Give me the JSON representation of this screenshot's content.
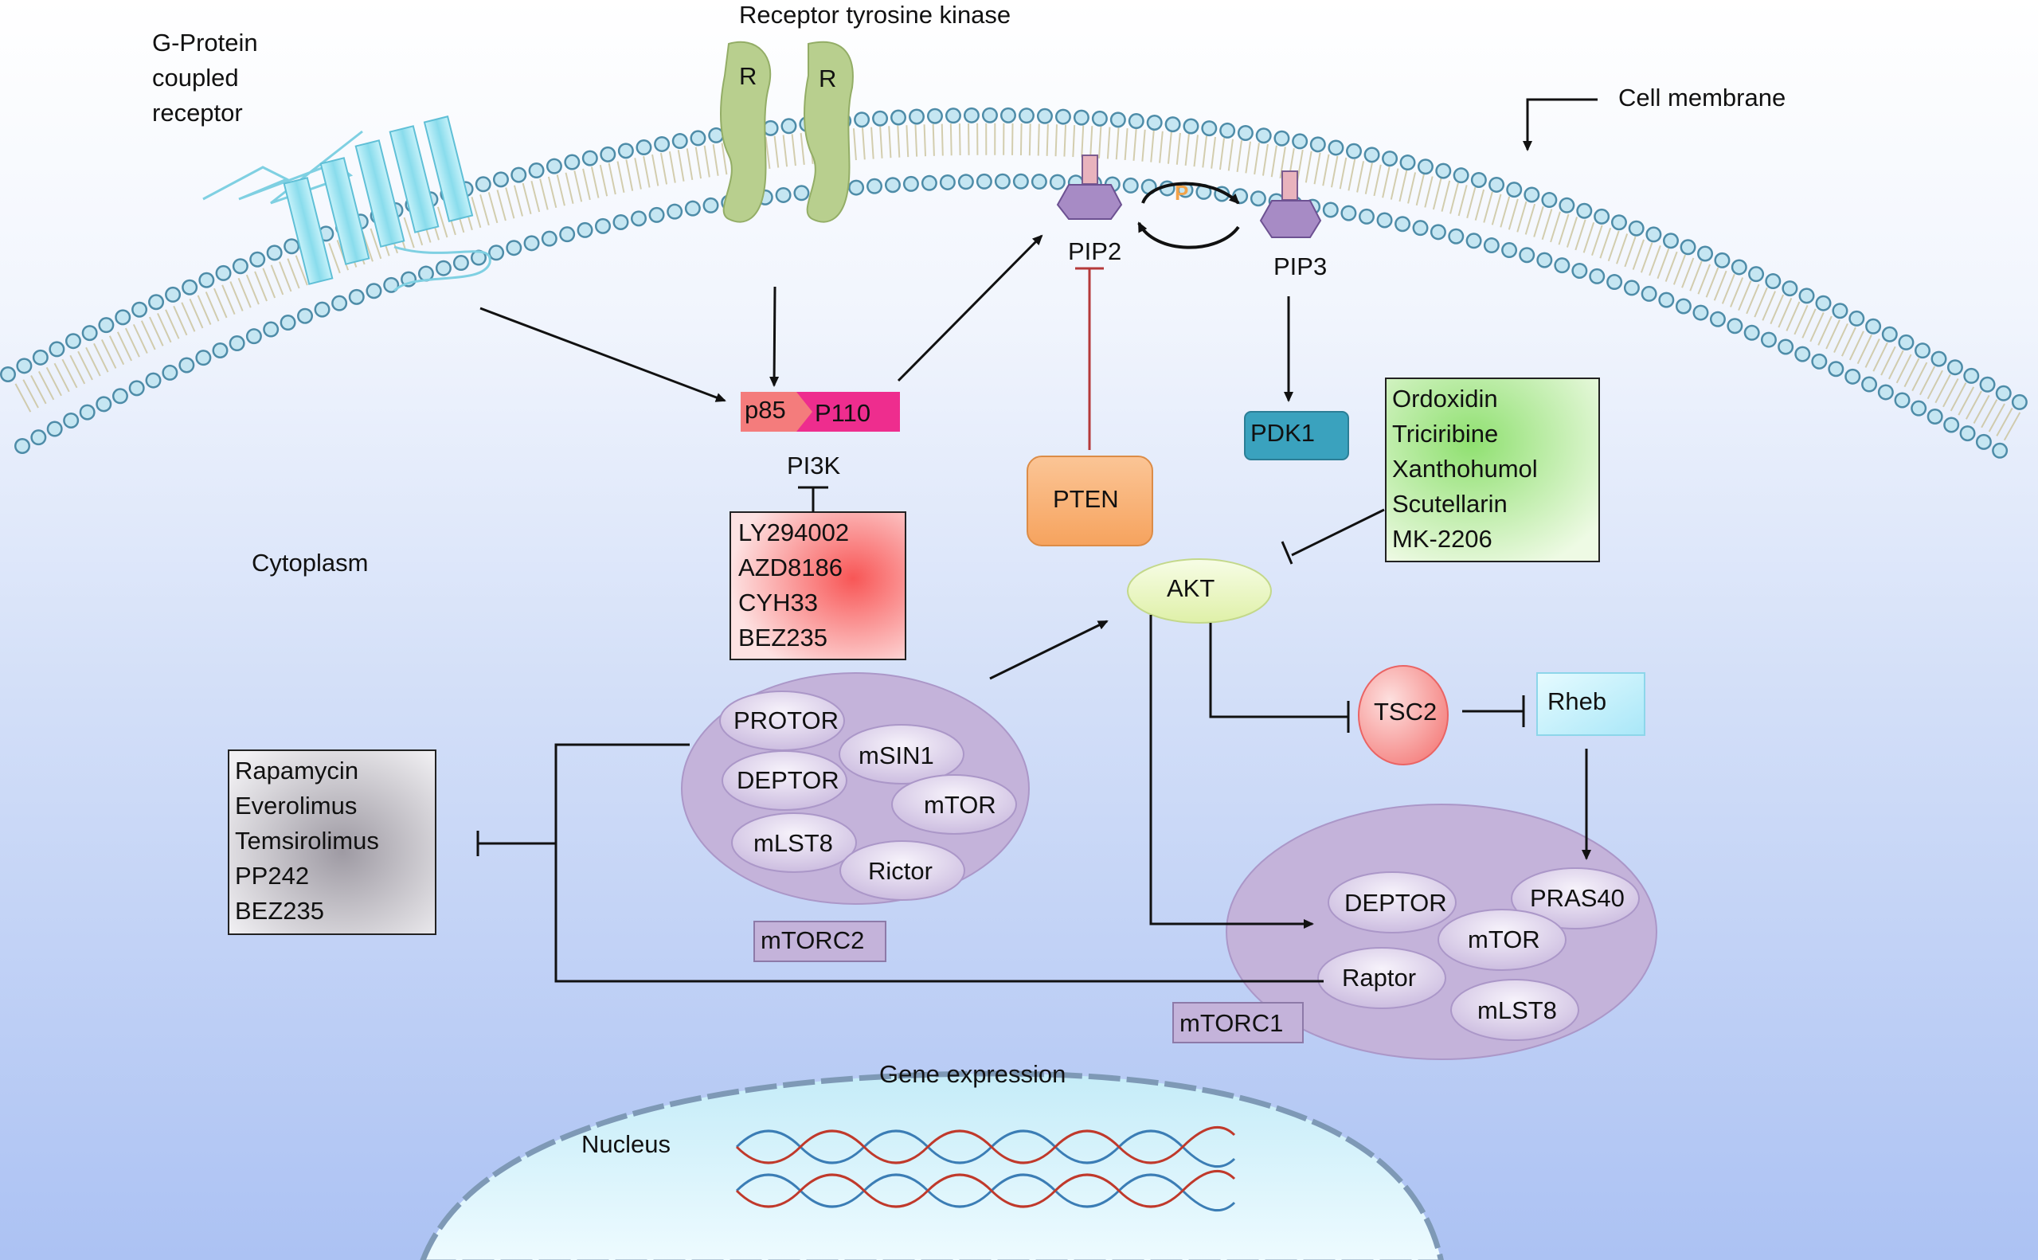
{
  "labels": {
    "gpcr": "G-Protein\ncoupled\nreceptor",
    "rtk": "Receptor tyrosine kinase",
    "rtk_subunit_1": "R",
    "rtk_subunit_2": "R",
    "membrane": "Cell membrane",
    "cytoplasm": "Cytoplasm",
    "pip2": "PIP2",
    "pip3": "PIP3",
    "phosphate": "P",
    "p85": "p85",
    "p110": "P110",
    "pi3k": "PI3K",
    "pdk1": "PDK1",
    "pten": "PTEN",
    "akt": "AKT",
    "tsc2": "TSC2",
    "rheb": "Rheb",
    "mtorc2": "mTORC2",
    "mtorc1": "mTORC1",
    "gene_expression": "Gene expression",
    "nucleus": "Nucleus"
  },
  "mtorc2_components": [
    "PROTOR",
    "mSIN1",
    "DEPTOR",
    "mTOR",
    "mLST8",
    "Rictor"
  ],
  "mtorc1_components": [
    "DEPTOR",
    "PRAS40",
    "mTOR",
    "Raptor",
    "mLST8"
  ],
  "inhibitors": {
    "pi3k": [
      "LY294002",
      "AZD8186",
      "CYH33",
      "BEZ235"
    ],
    "akt": [
      "Ordoxidin",
      "Triciribine",
      "Xanthohumol",
      "Scutellarin",
      "MK-2206"
    ],
    "mtor": [
      "Rapamycin",
      "Everolimus",
      "Temsirolimus",
      "PP242",
      "BEZ235"
    ]
  },
  "colors": {
    "p85": "#f47c7c",
    "p110": "#ee2d8e",
    "pdk1": "#3aa2be",
    "pten": "#f8b27a",
    "akt": "#ecf7c4",
    "tsc2": "#f78c8c",
    "rheb": "#bfeefc",
    "complex": "#c4b3da",
    "membrane_head": "#c2e3f0",
    "gpcr": "#8fdbea",
    "rtk": "#b8cf8e",
    "pip": "#b499cc",
    "inhibition_pten": "#b5393a",
    "phosphate": "#f2a34a",
    "dna_red": "#c0392b",
    "dna_blue": "#3b7db5"
  }
}
